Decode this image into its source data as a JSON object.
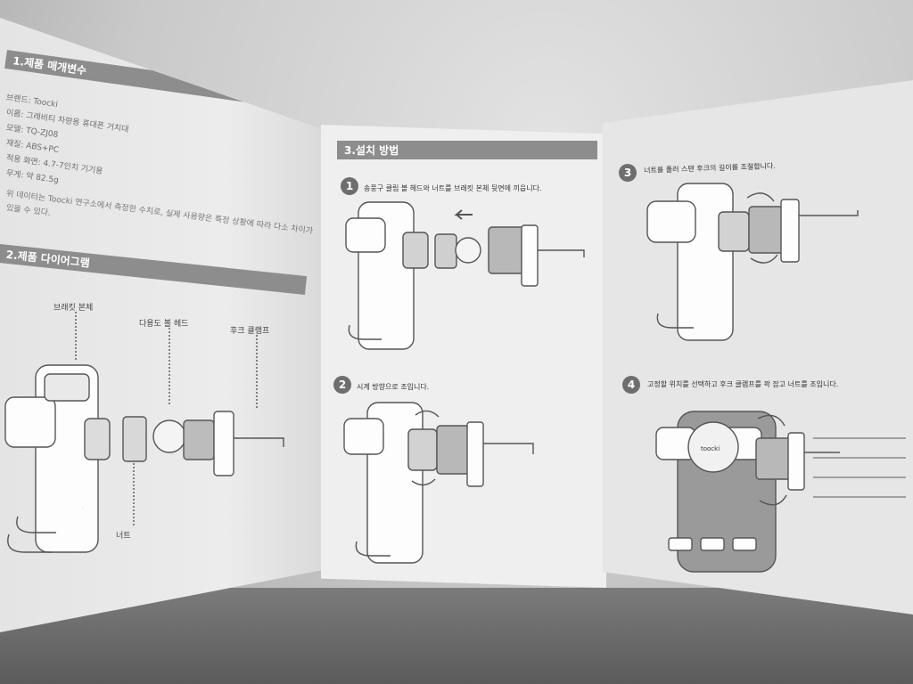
{
  "left_panel": {
    "section1_title": "1.제품 매개변수",
    "specs": [
      "브랜드: Toocki",
      "이름: 그래비티 차량용 휴대폰 거치대",
      "모델: TQ-ZJ08",
      "재질: ABS+PC",
      "적용 화면: 4.7-7인치 기기용",
      "무게: 약 82.5g"
    ],
    "note_line1": "위 데이터는 Toocki 연구소에서 측정한 수치로, 실제 사용량은 특정 상황에 따라 다소 차이가",
    "note_line2": "있을 수 있다.",
    "section2_title": "2.제품 다이어그램",
    "labels": {
      "bracket_body": "브래킷 본체",
      "multi_ball_head": "다용도 볼 헤드",
      "hook_clamp": "후크 클램프",
      "nut": "너트"
    }
  },
  "mid_panel": {
    "section_title": "3.설치 방법",
    "step1_num": "1",
    "step1_text": "송풍구 클립 볼 헤드와 너트를 브래킷 본체 뒷면에 끼웁니다.",
    "step2_num": "2",
    "step2_text": "시계 방향으로 조입니다."
  },
  "right_panel": {
    "step3_num": "3",
    "step3_text": "너트를 풀러 스탠 후크의 길이를 조절합니다.",
    "step4_num": "4",
    "step4_text": "고정할 위치를 선택하고 후크 클램프를 꽉 잡고 너트를 조입니다.",
    "device_brand": "toocki"
  }
}
